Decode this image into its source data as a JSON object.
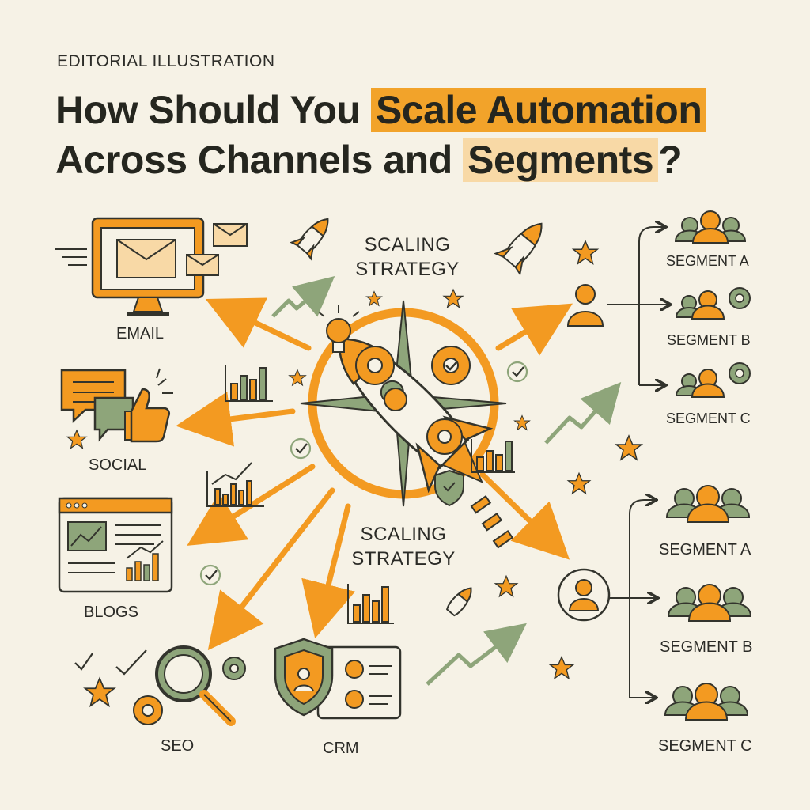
{
  "header": {
    "kicker": "EDITORIAL ILLUSTRATION",
    "title_part1": "How Should You ",
    "title_highlight1": "Scale Automation",
    "title_part2": "Across Channels and ",
    "title_highlight2": "Segments",
    "title_end": "?"
  },
  "center": {
    "label_top_line1": "SCALING",
    "label_top_line2": "STRATEGY",
    "label_bottom_line1": "SCALING",
    "label_bottom_line2": "STRATEGY"
  },
  "channels": {
    "email": "EMAIL",
    "social": "SOCIAL",
    "blogs": "BLOGS",
    "seo": "SEO",
    "crm": "CRM"
  },
  "segments_top": [
    "SEGMENT A",
    "SEGMENT B",
    "SEGMENT C"
  ],
  "segments_bottom": [
    "SEGMENT A",
    "SEGMENT B",
    "SEGMENT C"
  ],
  "colors": {
    "orange": "#f39a21",
    "green": "#8ea57a",
    "outline": "#33342d",
    "background": "#f6f2e6"
  }
}
